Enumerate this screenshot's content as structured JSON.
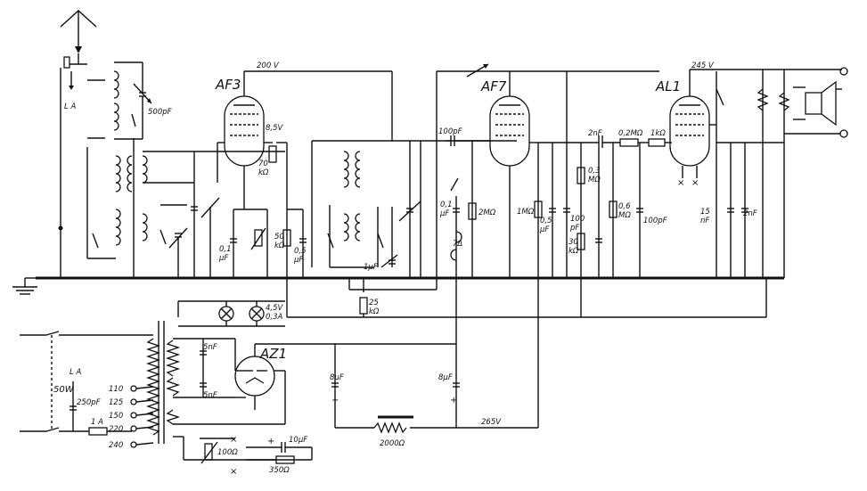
{
  "tubes": {
    "af3": "AF3",
    "af7": "AF7",
    "al1": "AL1",
    "az1": "AZ1"
  },
  "voltages": {
    "v200": "200 V",
    "v245": "245 V",
    "v265": "265V",
    "v8_5": "8,5V"
  },
  "antenna": {
    "label_a": "L A",
    "label_b": "L A"
  },
  "components": {
    "c500p": "500pF",
    "c100p_a": "100pF",
    "c2n_a": "2nF",
    "r0_2M": "0,2MΩ",
    "r1k": "1kΩ",
    "r70k_a": "70",
    "r70k_b": "kΩ",
    "c01_a": "0,1",
    "c01_b": "µF",
    "r50k_a": "50",
    "r50k_b": "kΩ",
    "c05_a": "0,5",
    "c05_b": "µF",
    "c01b_a": "0,1",
    "c01b_b": "µF",
    "l7a": "7Δ",
    "r2M": "2MΩ",
    "r1M": "1MΩ",
    "c05b_a": "0,5",
    "c05b_b": "µF",
    "c100p_b_a": "100",
    "c100p_b_b": "pF",
    "r30k_a": "30",
    "r30k_b": "kΩ",
    "r03M_a": "0,3",
    "r03M_b": "MΩ",
    "r06M_a": "0,6",
    "r06M_b": "MΩ",
    "c100p_c": "100pF",
    "c15n_a": "15",
    "c15n_b": "nF",
    "c2n_b": "2nF",
    "r25k_a": "25",
    "r25k_b": "kΩ",
    "c1uf": "1µF",
    "c5n_a": "5nF",
    "c5n_b": "5nF",
    "c8uf_a": "8µF",
    "c8uf_b": "8µF",
    "r2000": "2000Ω",
    "c10uf": "10µF",
    "r350": "350Ω",
    "r100": "100Ω",
    "c250p": "250pF",
    "fuse": "1 A",
    "lamp_a": "4,5V",
    "lamp_b": "0,3A",
    "power": "50W"
  },
  "mains_taps": [
    "110",
    "125",
    "150",
    "220",
    "240"
  ]
}
